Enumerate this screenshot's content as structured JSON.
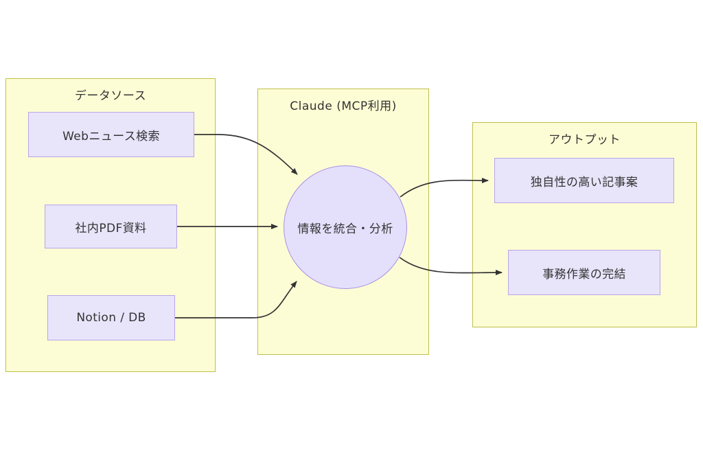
{
  "diagram": {
    "type": "flowchart",
    "background_color": "#ffffff",
    "palette": {
      "group_fill": "#fdfdd5",
      "group_border": "#bfbf4b",
      "node_fill": "#e8e4fa",
      "node_border": "#b9a5e8",
      "circle_fill": "#e4e0fb",
      "circle_border": "#a98ee6",
      "edge_color": "#333333",
      "text_color": "#333333"
    },
    "groups": [
      {
        "id": "data-source",
        "title": "データソース",
        "nodes": [
          {
            "id": "web-news",
            "label": "Webニュース検索",
            "shape": "rect"
          },
          {
            "id": "internal-pdf",
            "label": "社内PDF資料",
            "shape": "rect"
          },
          {
            "id": "notion-db",
            "label": "Notion / DB",
            "shape": "rect"
          }
        ]
      },
      {
        "id": "claude",
        "title": "Claude (MCP利用)",
        "nodes": [
          {
            "id": "integrate-analyze",
            "label": "情報を統合・分析",
            "shape": "circle"
          }
        ]
      },
      {
        "id": "output",
        "title": "アウトプット",
        "nodes": [
          {
            "id": "original-article",
            "label": "独自性の高い記事案",
            "shape": "rect"
          },
          {
            "id": "admin-complete",
            "label": "事務作業の完結",
            "shape": "rect"
          }
        ]
      }
    ],
    "edges": [
      {
        "id": "edge-web-to-circle",
        "from": "web-news",
        "to": "integrate-analyze",
        "label": "",
        "style": "curved-arrow"
      },
      {
        "id": "edge-pdf-to-circle",
        "from": "internal-pdf",
        "to": "integrate-analyze",
        "label": "",
        "style": "straight-arrow"
      },
      {
        "id": "edge-notion-to-circle",
        "from": "notion-db",
        "to": "integrate-analyze",
        "label": "",
        "style": "curved-arrow"
      },
      {
        "id": "edge-circle-to-article",
        "from": "integrate-analyze",
        "to": "original-article",
        "label": "",
        "style": "curved-arrow"
      },
      {
        "id": "edge-circle-to-admin",
        "from": "integrate-analyze",
        "to": "admin-complete",
        "label": "",
        "style": "curved-arrow"
      }
    ]
  }
}
